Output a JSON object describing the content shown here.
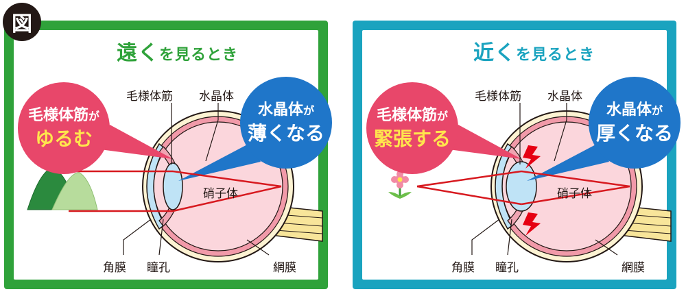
{
  "badge": "図",
  "left_panel": {
    "title_main": "遠く",
    "title_rest": "を見るとき",
    "muscle_bubble": {
      "line1_main": "毛様体筋",
      "line1_suffix": "が",
      "line2": "ゆるむ"
    },
    "lens_bubble": {
      "line1_main": "水晶体",
      "line1_suffix": "が",
      "line2": "薄くなる"
    },
    "labels": {
      "ciliary_muscle": "毛様体筋",
      "lens": "水晶体",
      "vitreous": "硝子体",
      "cornea": "角膜",
      "pupil": "瞳孔",
      "retina": "網膜"
    }
  },
  "right_panel": {
    "title_main": "近く",
    "title_rest": "を見るとき",
    "muscle_bubble": {
      "line1_main": "毛様体筋",
      "line1_suffix": "が",
      "line2": "緊張する"
    },
    "lens_bubble": {
      "line1_main": "水晶体",
      "line1_suffix": "が",
      "line2": "厚くなる"
    },
    "labels": {
      "ciliary_muscle": "毛様体筋",
      "lens": "水晶体",
      "vitreous": "硝子体",
      "cornea": "角膜",
      "pupil": "瞳孔",
      "retina": "網膜"
    }
  },
  "colors": {
    "left_frame": "#2fa23a",
    "right_frame": "#1aa3bf",
    "muscle_bubble": "#e8476a",
    "lens_bubble": "#1f76c9",
    "light_ray": "#d7191f",
    "eyeball_interior": "#fbd6dc",
    "lens": "#bfe3f6"
  }
}
